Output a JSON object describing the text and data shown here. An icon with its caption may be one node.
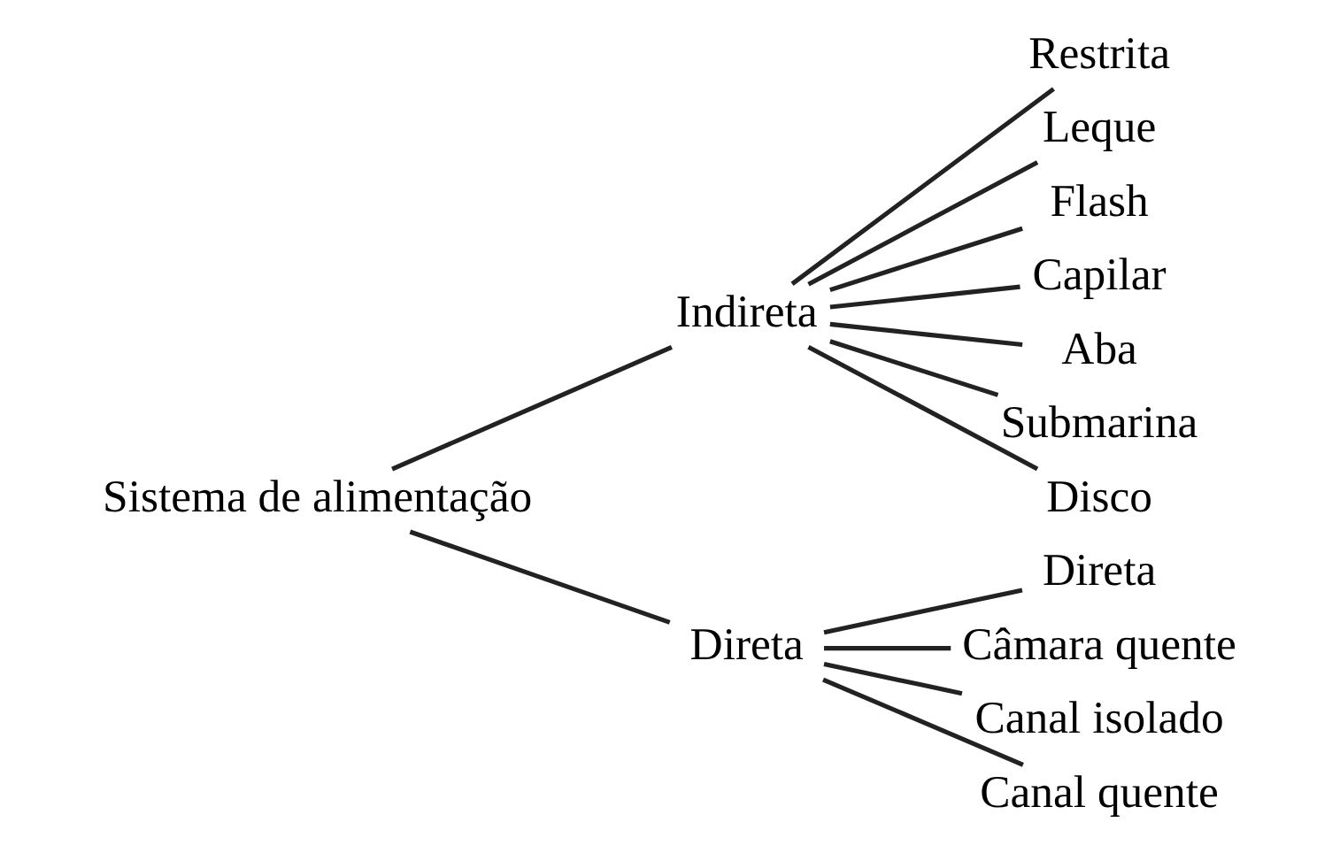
{
  "diagram": {
    "nodes": [
      {
        "text": [
          "Sistema de alimentação"
        ]
      },
      {
        "text": [
          "Indireta"
        ]
      },
      {
        "text": [
          "Direta"
        ]
      },
      {
        "text": [
          "Restrita"
        ]
      },
      {
        "text": [
          "Leque"
        ]
      },
      {
        "text": [
          "Flash"
        ]
      },
      {
        "text": [
          "Capilar"
        ]
      },
      {
        "text": [
          "Aba"
        ]
      },
      {
        "text": [
          "Submarina"
        ]
      },
      {
        "text": [
          "Disco"
        ]
      },
      {
        "text": [
          "Direta"
        ]
      },
      {
        "text": [
          "Câmara quente"
        ]
      },
      {
        "text": [
          "Canal isolado"
        ]
      },
      {
        "text": [
          "Canal quente"
        ]
      }
    ],
    "edges": [
      {
        "from": 0,
        "to": 1,
        "arrow": "none"
      },
      {
        "from": 0,
        "to": 2,
        "arrow": "none"
      },
      {
        "from": 1,
        "to": 3,
        "arrow": "none"
      },
      {
        "from": 1,
        "to": 4,
        "arrow": "none"
      },
      {
        "from": 1,
        "to": 5,
        "arrow": "none"
      },
      {
        "from": 1,
        "to": 6,
        "arrow": "none"
      },
      {
        "from": 1,
        "to": 7,
        "arrow": "none"
      },
      {
        "from": 1,
        "to": 8,
        "arrow": "none"
      },
      {
        "from": 1,
        "to": 9,
        "arrow": "none"
      },
      {
        "from": 2,
        "to": 10,
        "arrow": "none"
      },
      {
        "from": 2,
        "to": 11,
        "arrow": "none"
      },
      {
        "from": 2,
        "to": 12,
        "arrow": "none"
      },
      {
        "from": 2,
        "to": 13,
        "arrow": "none"
      }
    ]
  }
}
